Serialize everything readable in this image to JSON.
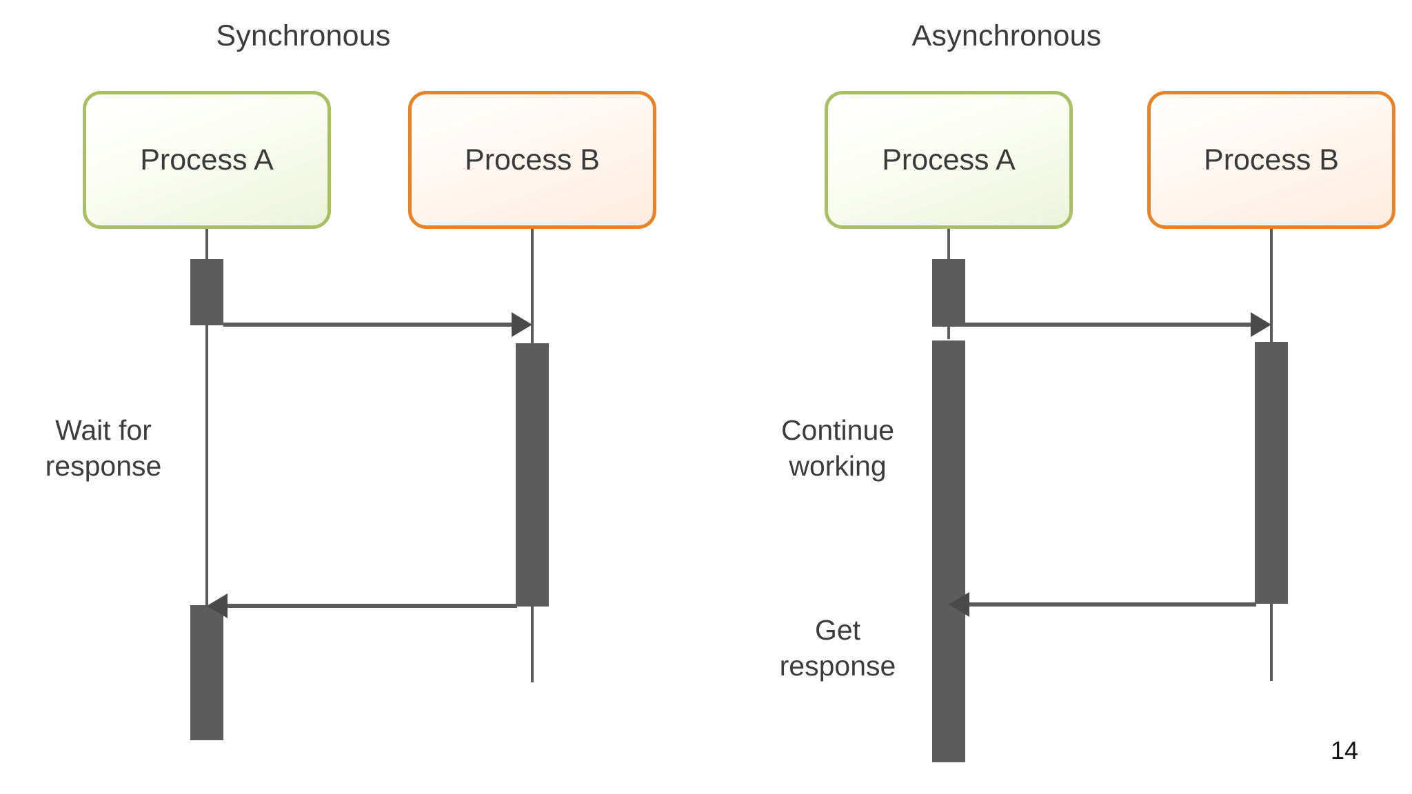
{
  "page": {
    "number": "14",
    "background": "#fefefe"
  },
  "colors": {
    "green_border": "#a9bf63",
    "green_fill": "#edf3da",
    "orange_border": "#e8832a",
    "orange_fill": "#fdece0",
    "activation_gray": "#5c5c5c",
    "line_gray": "#5b5b5b",
    "text_gray": "#3b3b3b"
  },
  "panels": [
    {
      "id": "synchronous",
      "title": "Synchronous",
      "participants": [
        {
          "id": "process-a",
          "label": "Process A",
          "style": "green"
        },
        {
          "id": "process-b",
          "label": "Process B",
          "style": "orange"
        }
      ],
      "notes": [
        {
          "id": "wait-for-response",
          "text": "Wait for\nresponse"
        }
      ],
      "messages": [
        {
          "id": "request",
          "direction": "right",
          "from": "process-a",
          "to": "process-b"
        },
        {
          "id": "response",
          "direction": "left",
          "from": "process-b",
          "to": "process-a"
        }
      ]
    },
    {
      "id": "asynchronous",
      "title": "Asynchronous",
      "participants": [
        {
          "id": "process-a",
          "label": "Process A",
          "style": "green"
        },
        {
          "id": "process-b",
          "label": "Process B",
          "style": "orange"
        }
      ],
      "notes": [
        {
          "id": "continue-working",
          "text": "Continue\nworking"
        },
        {
          "id": "get-response",
          "text": "Get\nresponse"
        }
      ],
      "messages": [
        {
          "id": "request",
          "direction": "right",
          "from": "process-a",
          "to": "process-b"
        },
        {
          "id": "response",
          "direction": "left",
          "from": "process-b",
          "to": "process-a"
        }
      ]
    }
  ]
}
